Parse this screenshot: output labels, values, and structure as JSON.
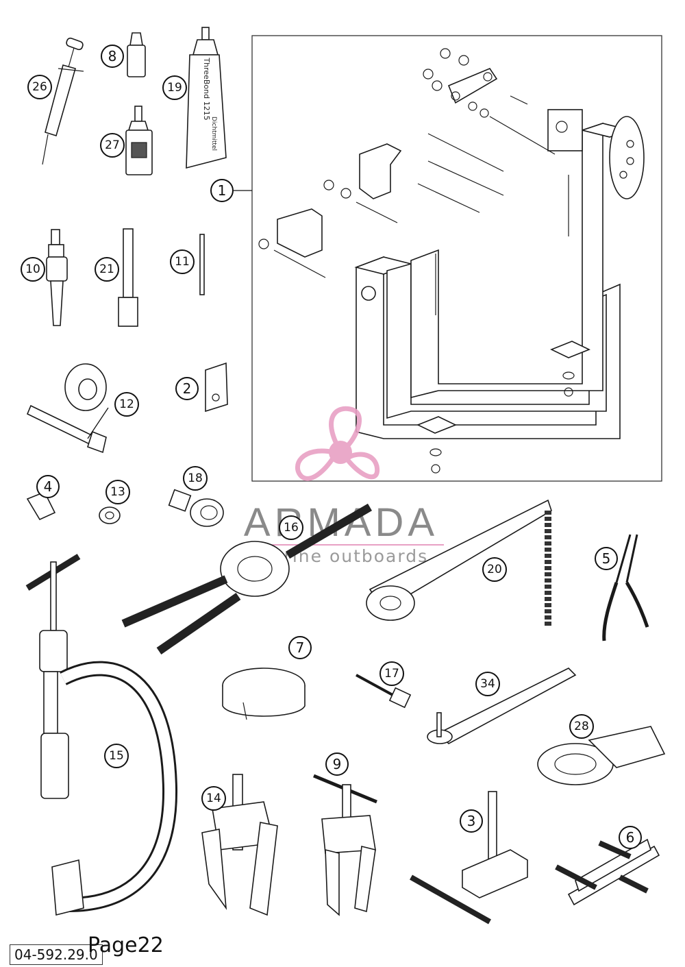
{
  "callouts": [
    "1",
    "2",
    "3",
    "4",
    "5",
    "6",
    "7",
    "8",
    "9",
    "10",
    "11",
    "12",
    "13",
    "14",
    "15",
    "16",
    "17",
    "18",
    "19",
    "20",
    "21",
    "26",
    "27",
    "28",
    "34"
  ],
  "brand": {
    "name": "ARMADA",
    "tagline": "marine outboards",
    "logo_color": "#e8a0c4",
    "text_color": "#8a8a8a"
  },
  "product_labels": {
    "tube": "ThreeBond 1215",
    "tube_sub": "Dichtmittel"
  },
  "footer": {
    "code": "04-592.29.0",
    "page": "Page22"
  }
}
